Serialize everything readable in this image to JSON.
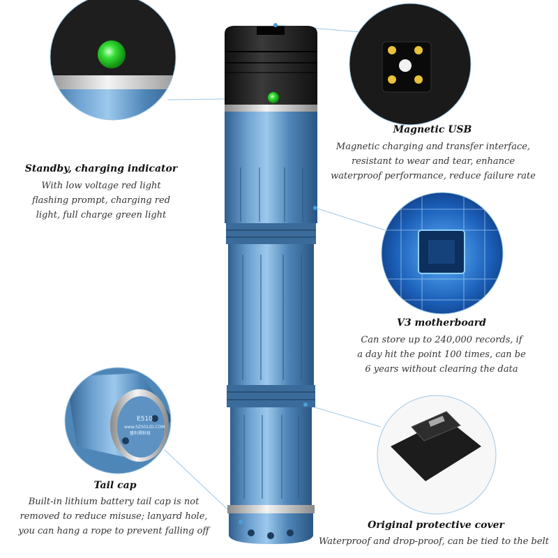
{
  "device": {
    "model": "E510",
    "url": "www.SZSOLID.COM",
    "maker": "盛利得科技"
  },
  "features": {
    "indicator": {
      "title": "Standby, charging indicator",
      "lines": [
        "With low voltage red light",
        "flashing prompt, charging red",
        "light, full charge green light"
      ]
    },
    "usb": {
      "title": "Magnetic USB",
      "lines": [
        "Magnetic charging and transfer interface,",
        "resistant to wear and tear, enhance",
        "waterproof performance, reduce failure rate"
      ]
    },
    "motherboard": {
      "title": "V3 motherboard",
      "lines": [
        "Can store up to 240,000 records, if",
        "a day hit the point 100 times, can be",
        "6 years without clearing the data"
      ]
    },
    "tailcap": {
      "title": "Tail cap",
      "lines": [
        "Built-in lithium battery tail cap is not",
        "removed to reduce misuse; lanyard hole,",
        "you can hang a rope to prevent falling off"
      ]
    },
    "cover": {
      "title": "Original protective cover",
      "lines": [
        "Waterproof and drop-proof, can be tied to the belt"
      ]
    }
  },
  "colors": {
    "body_blue": "#4f86b8",
    "cap_black": "#1c1c1c",
    "led_green": "#33dd33",
    "line_blue": "#9cc7e6"
  }
}
